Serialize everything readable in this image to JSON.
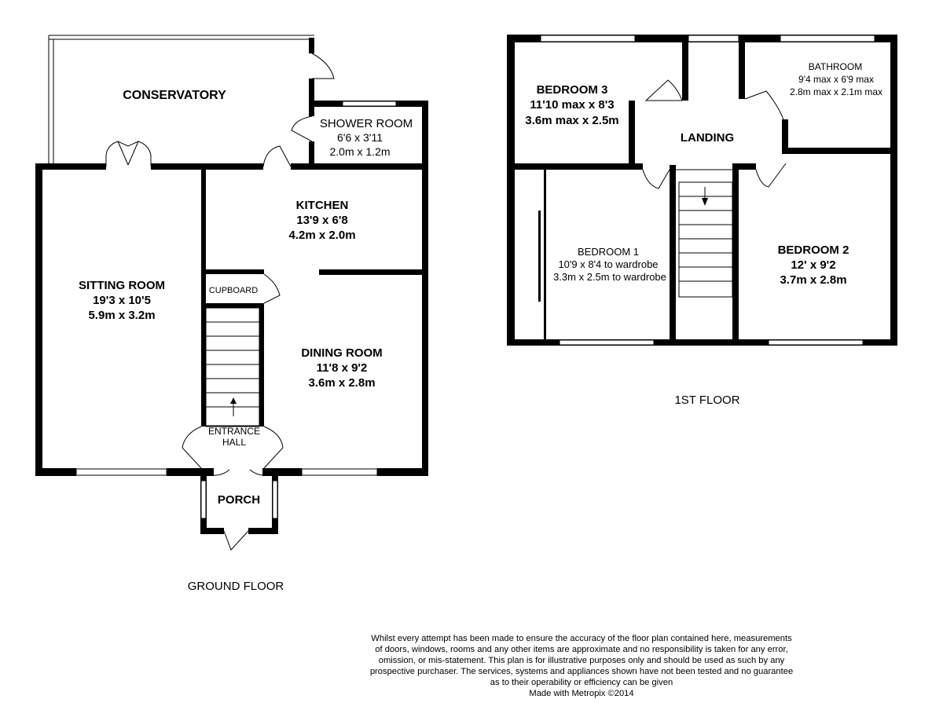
{
  "ground_floor": {
    "label": "GROUND FLOOR",
    "rooms": {
      "conservatory": {
        "name": "CONSERVATORY"
      },
      "shower_room": {
        "name": "SHOWER ROOM",
        "imperial": "6'6 x 3'11",
        "metric": "2.0m x 1.2m"
      },
      "kitchen": {
        "name": "KITCHEN",
        "imperial": "13'9 x 6'8",
        "metric": "4.2m x 2.0m"
      },
      "sitting_room": {
        "name": "SITTING ROOM",
        "imperial": "19'3 x 10'5",
        "metric": "5.9m x 3.2m"
      },
      "cupboard": {
        "name": "CUPBOARD"
      },
      "dining_room": {
        "name": "DINING ROOM",
        "imperial": "11'8 x 9'2",
        "metric": "3.6m x 2.8m"
      },
      "entrance_hall": {
        "name_line1": "ENTRANCE",
        "name_line2": "HALL"
      },
      "porch": {
        "name": "PORCH"
      }
    }
  },
  "first_floor": {
    "label": "1ST FLOOR",
    "rooms": {
      "bedroom3": {
        "name": "BEDROOM 3",
        "imperial": "11'10 max x 8'3",
        "metric": "3.6m max x 2.5m"
      },
      "landing": {
        "name": "LANDING"
      },
      "bathroom": {
        "name": "BATHROOM",
        "imperial": "9'4 max x 6'9 max",
        "metric": "2.8m max x 2.1m max"
      },
      "bedroom1": {
        "name": "BEDROOM 1",
        "imperial": "10'9 x 8'4 to wardrobe",
        "metric": "3.3m x 2.5m to wardrobe"
      },
      "bedroom2": {
        "name": "BEDROOM 2",
        "imperial": "12' x 9'2",
        "metric": "3.7m x 2.8m"
      }
    }
  },
  "disclaimer": {
    "lines": [
      "Whilst every attempt has been made to ensure the accuracy of the floor plan contained here, measurements",
      "of doors, windows, rooms and any other items are approximate and no responsibility is taken for any error,",
      "omission, or mis-statement. This plan is for illustrative purposes only and should be used as such by any",
      "prospective purchaser. The services, systems and appliances shown have not been tested and no guarantee",
      "as to their operability or efficiency can be given"
    ],
    "credit": "Made with Metropix ©2014"
  }
}
